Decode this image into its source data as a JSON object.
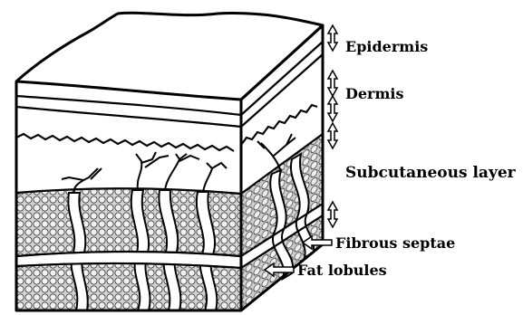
{
  "labels": {
    "epidermis": "Epidermis",
    "dermis": "Dermis",
    "subcutaneous": "Subcutaneous layer",
    "fibrous_septae": "Fibrous septae",
    "fat_lobules": "Fat lobules"
  },
  "colors": {
    "ink": "#000000",
    "fat_fill": "#c8c8c8",
    "background": "#ffffff"
  }
}
